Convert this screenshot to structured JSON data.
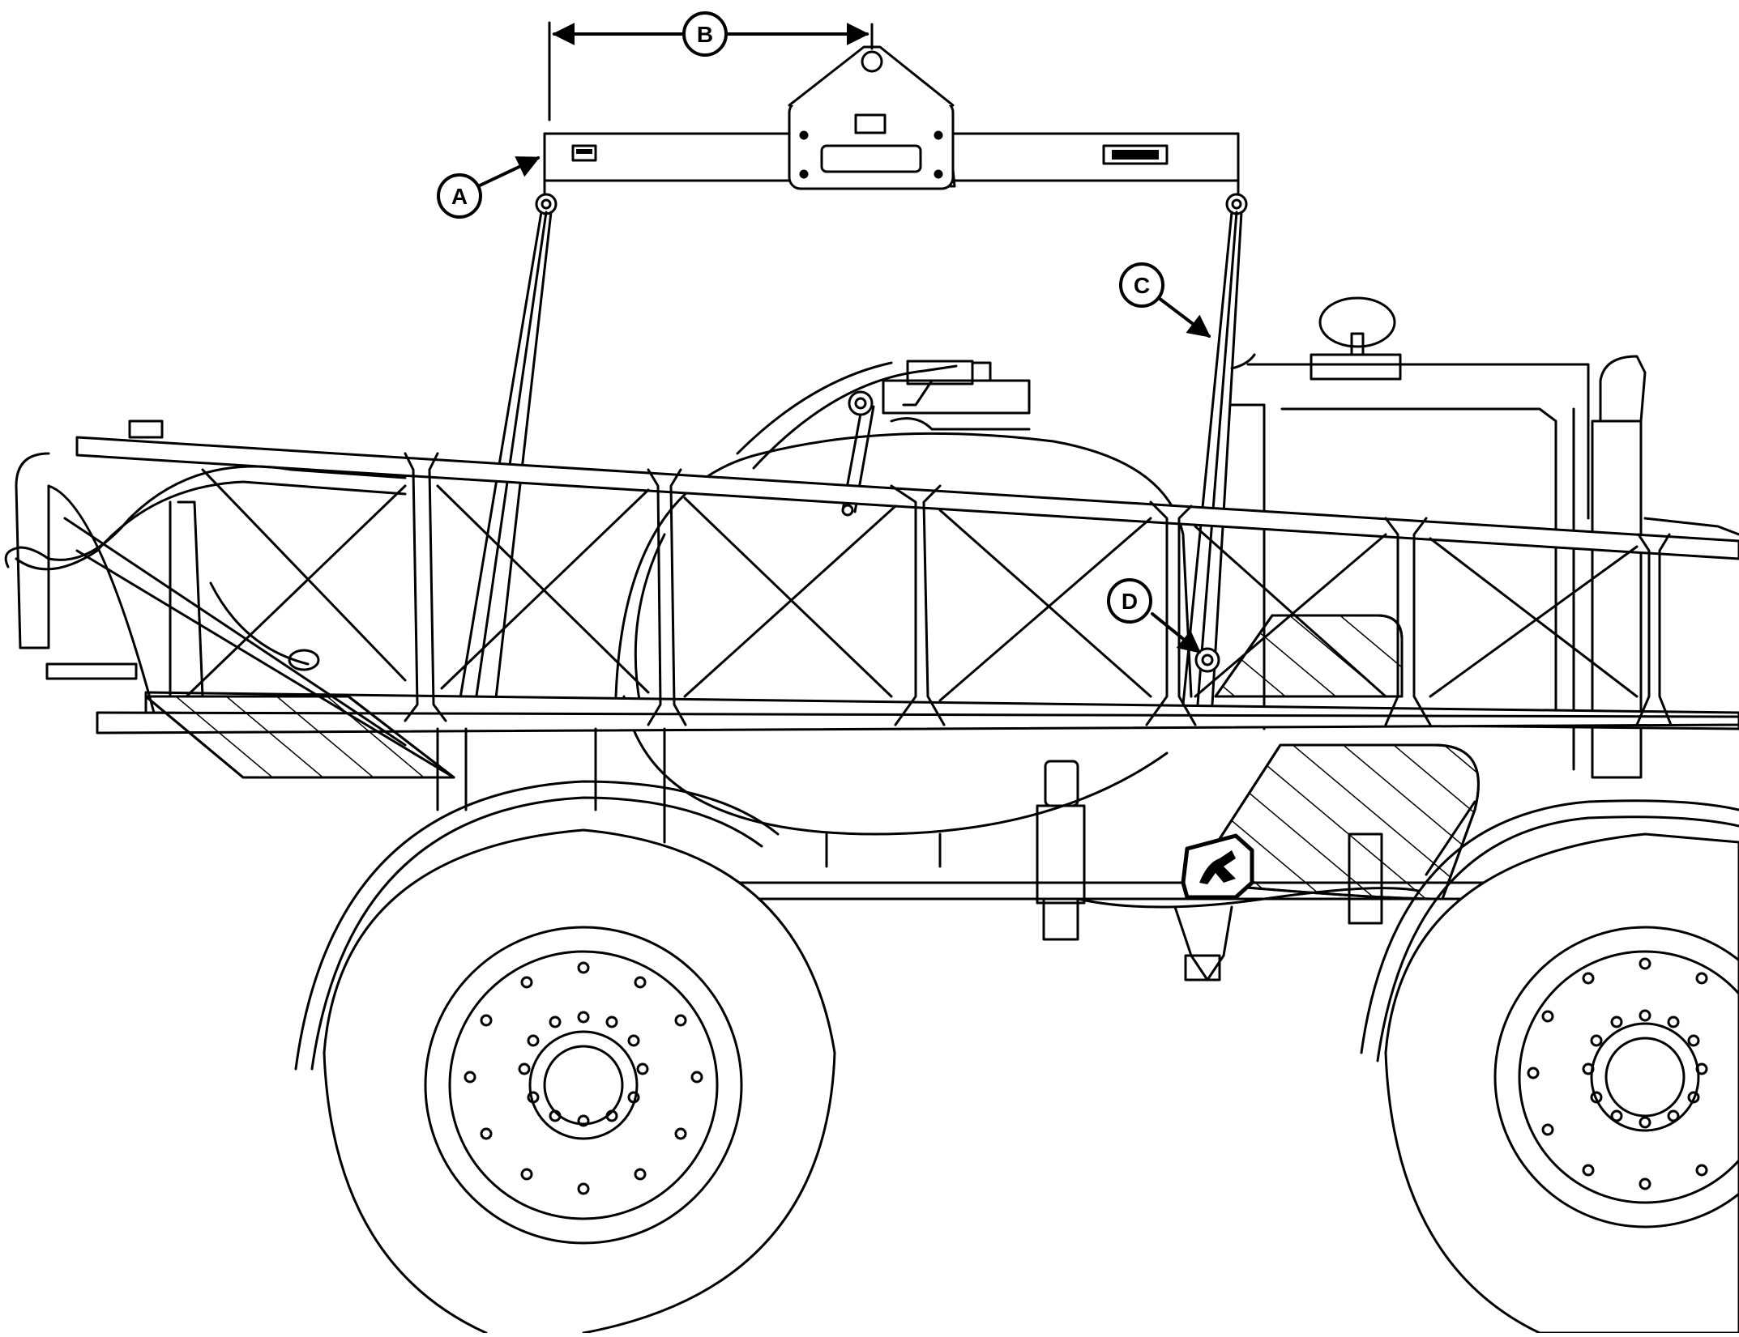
{
  "callouts": {
    "a": "A",
    "b": "B",
    "c": "C",
    "d": "D"
  },
  "colors": {
    "line": "#000000",
    "background": "#ffffff"
  },
  "icons": {
    "logo": "john-deere-leaping-deer-logo"
  }
}
